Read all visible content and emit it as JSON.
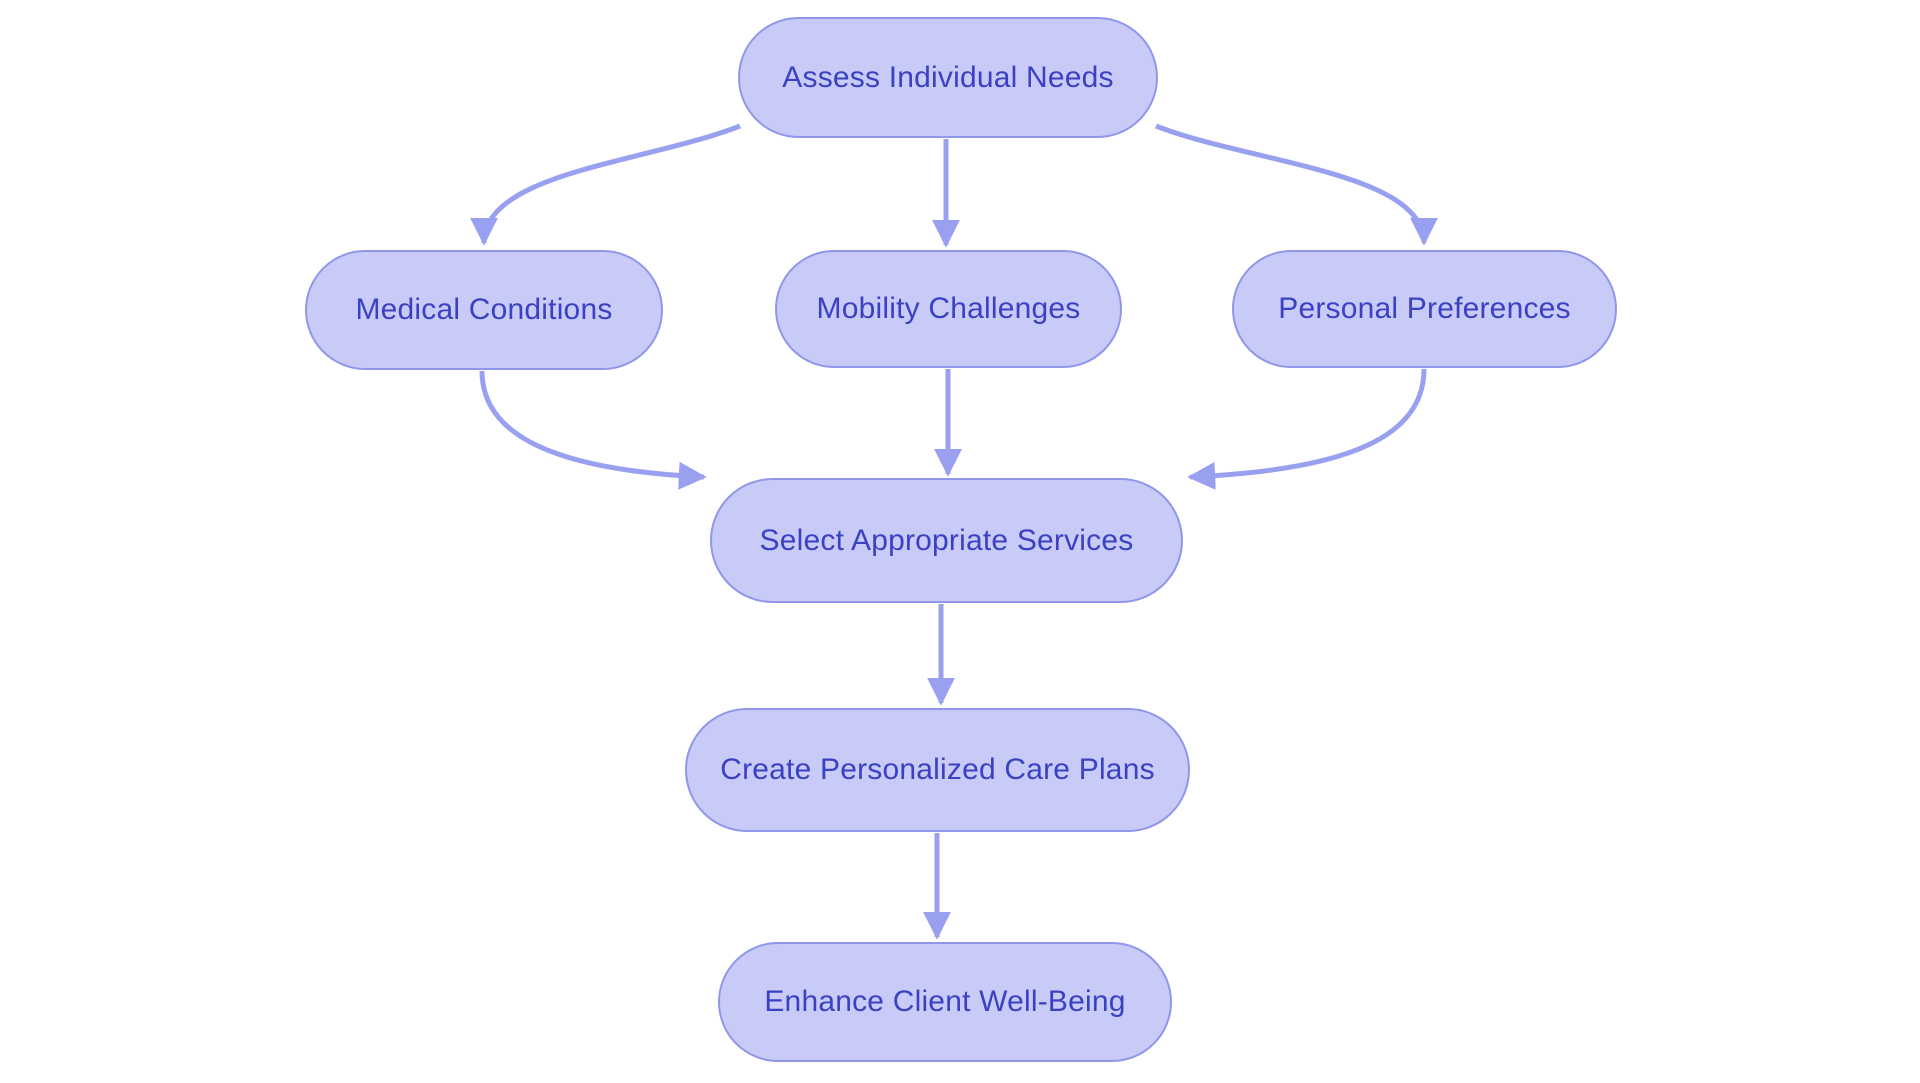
{
  "diagram": {
    "type": "flowchart",
    "direction": "top-down",
    "colors": {
      "background": "#ffffff",
      "node_fill": "#c8cbf7",
      "node_border": "#9097ea",
      "node_text": "#3a41c2",
      "arrow_stroke": "#99a0ef"
    },
    "nodes": [
      {
        "id": "assess",
        "label": "Assess Individual Needs"
      },
      {
        "id": "medical",
        "label": "Medical Conditions"
      },
      {
        "id": "mobility",
        "label": "Mobility Challenges"
      },
      {
        "id": "personal",
        "label": "Personal Preferences"
      },
      {
        "id": "select",
        "label": "Select Appropriate Services"
      },
      {
        "id": "create",
        "label": "Create Personalized Care Plans"
      },
      {
        "id": "enhance",
        "label": "Enhance Client Well-Being"
      }
    ],
    "edges": [
      {
        "from": "assess",
        "to": "medical"
      },
      {
        "from": "assess",
        "to": "mobility"
      },
      {
        "from": "assess",
        "to": "personal"
      },
      {
        "from": "medical",
        "to": "select"
      },
      {
        "from": "mobility",
        "to": "select"
      },
      {
        "from": "personal",
        "to": "select"
      },
      {
        "from": "select",
        "to": "create"
      },
      {
        "from": "create",
        "to": "enhance"
      }
    ]
  }
}
